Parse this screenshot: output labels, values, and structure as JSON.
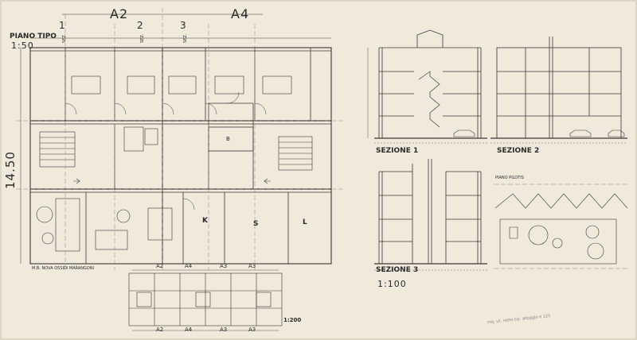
{
  "sheet": {
    "title_plan": "PIANO TIPO",
    "scale_plan": "1:50",
    "overall_dim": "14.50",
    "footer_note": "M.B. NOVA OSSIDI MARANGONI",
    "module_labels_top": [
      "A2",
      "A4"
    ],
    "section_marks": [
      "1",
      "2",
      "3"
    ],
    "section_mark_prefix": "SEZ.",
    "room_letters": [
      "B",
      "K",
      "S",
      "L"
    ],
    "key_plan_scale": "1:200",
    "key_top_labels": [
      "A2",
      "A4",
      "A3",
      "A3"
    ],
    "key_bottom_labels": [
      "A2",
      "A4",
      "A3",
      "A3"
    ],
    "section_1": "SEZIONE 1",
    "section_2": "SEZIONE 2",
    "section_3": "SEZIONE 3",
    "section_scale": "1:100",
    "roof_plan": "PIANO PILOTIS",
    "pencil_note": "mq. ut. netto tip. alloggio e 125"
  },
  "colors": {
    "paper": "#efeadc",
    "line": "#3a3836",
    "faint": "#8a8680"
  }
}
